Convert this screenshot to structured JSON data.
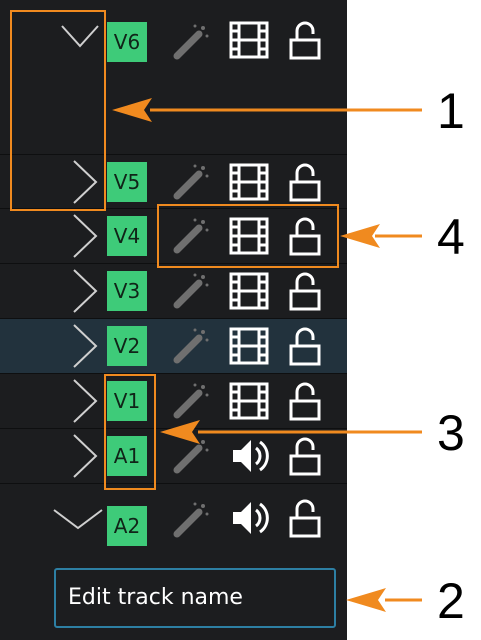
{
  "tracks": [
    {
      "id": "v6",
      "label": "V6",
      "kind": "video",
      "expanded": true
    },
    {
      "id": "v5",
      "label": "V5",
      "kind": "video",
      "expanded": false
    },
    {
      "id": "v4",
      "label": "V4",
      "kind": "video",
      "expanded": false
    },
    {
      "id": "v3",
      "label": "V3",
      "kind": "video",
      "expanded": false
    },
    {
      "id": "v2",
      "label": "V2",
      "kind": "video",
      "expanded": false,
      "selected": true
    },
    {
      "id": "v1",
      "label": "V1",
      "kind": "video",
      "expanded": false
    },
    {
      "id": "a1",
      "label": "A1",
      "kind": "audio",
      "expanded": false
    },
    {
      "id": "a2",
      "label": "A2",
      "kind": "audio",
      "expanded": true
    }
  ],
  "edit_field": {
    "value": "Edit track name"
  },
  "callouts": {
    "c1": "1",
    "c2": "2",
    "c3": "3",
    "c4": "4"
  },
  "colors": {
    "panel": "#1c1d1f",
    "badge": "#3ecb79",
    "accent": "#f08a1f",
    "field_border": "#2d7fa3",
    "selected_row": "#22323d"
  }
}
